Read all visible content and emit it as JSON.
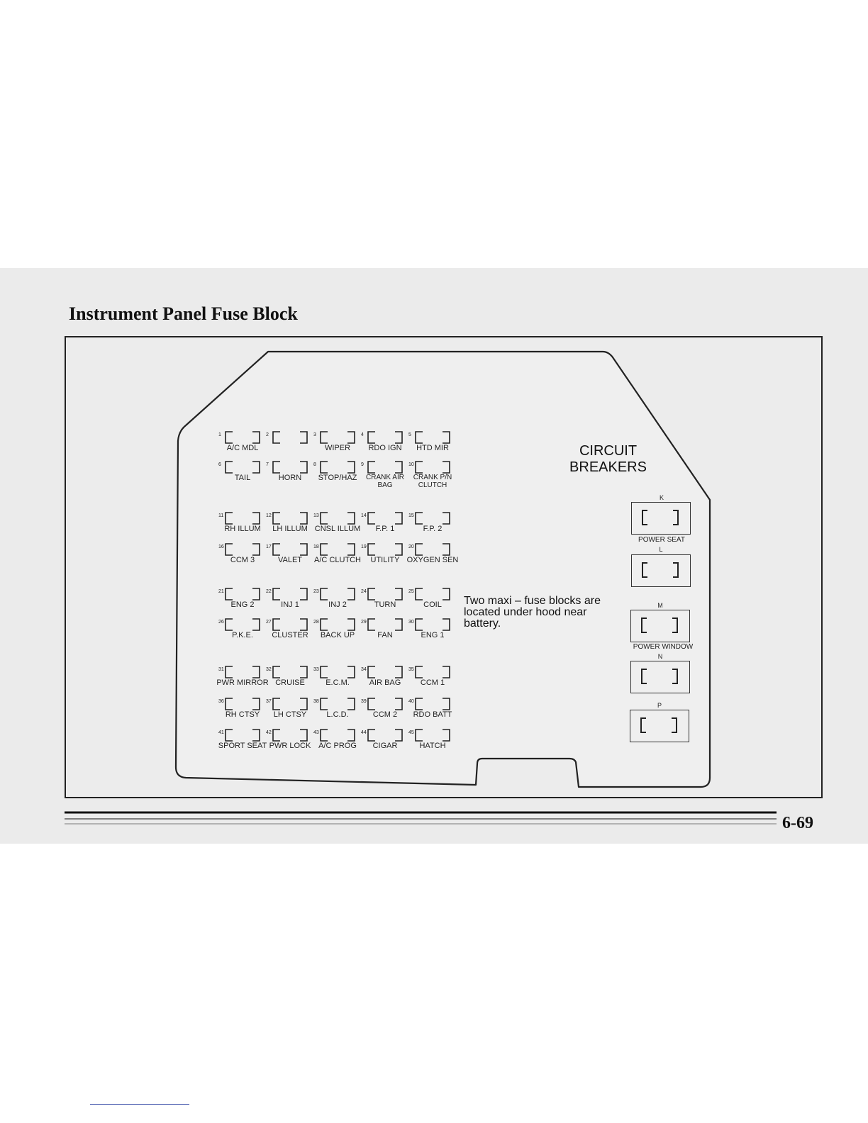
{
  "page": {
    "title": "Instrument Panel Fuse Block",
    "page_number": "6-69"
  },
  "fuses": [
    {
      "num": "1",
      "label": "A/C MDL"
    },
    {
      "num": "2",
      "label": ""
    },
    {
      "num": "3",
      "label": "WIPER"
    },
    {
      "num": "4",
      "label": "RDO IGN"
    },
    {
      "num": "5",
      "label": "HTD MIR"
    },
    {
      "num": "6",
      "label": "TAIL"
    },
    {
      "num": "7",
      "label": "HORN"
    },
    {
      "num": "8",
      "label": "STOP/HAZ"
    },
    {
      "num": "9",
      "label": "CRANK AIR BAG"
    },
    {
      "num": "10",
      "label": "CRANK P/N CLUTCH"
    },
    {
      "num": "11",
      "label": "RH ILLUM"
    },
    {
      "num": "12",
      "label": "LH ILLUM"
    },
    {
      "num": "13",
      "label": "CNSL ILLUM"
    },
    {
      "num": "14",
      "label": "F.P. 1"
    },
    {
      "num": "15",
      "label": "F.P. 2"
    },
    {
      "num": "16",
      "label": "CCM 3"
    },
    {
      "num": "17",
      "label": "VALET"
    },
    {
      "num": "18",
      "label": "A/C CLUTCH"
    },
    {
      "num": "19",
      "label": "UTILITY"
    },
    {
      "num": "20",
      "label": "OXYGEN SEN"
    },
    {
      "num": "21",
      "label": "ENG 2"
    },
    {
      "num": "22",
      "label": "INJ 1"
    },
    {
      "num": "23",
      "label": "INJ 2"
    },
    {
      "num": "24",
      "label": "TURN"
    },
    {
      "num": "25",
      "label": "COIL"
    },
    {
      "num": "26",
      "label": "P.K.E."
    },
    {
      "num": "27",
      "label": "CLUSTER"
    },
    {
      "num": "28",
      "label": "BACK UP"
    },
    {
      "num": "29",
      "label": "FAN"
    },
    {
      "num": "30",
      "label": "ENG 1"
    },
    {
      "num": "31",
      "label": "PWR MIRROR"
    },
    {
      "num": "32",
      "label": "CRUISE"
    },
    {
      "num": "33",
      "label": "E.C.M."
    },
    {
      "num": "34",
      "label": "AIR BAG"
    },
    {
      "num": "35",
      "label": "CCM 1"
    },
    {
      "num": "36",
      "label": "RH CTSY"
    },
    {
      "num": "37",
      "label": "LH CTSY"
    },
    {
      "num": "38",
      "label": "L.C.D."
    },
    {
      "num": "39",
      "label": "CCM 2"
    },
    {
      "num": "40",
      "label": "RDO BATT"
    },
    {
      "num": "41",
      "label": "SPORT SEAT"
    },
    {
      "num": "42",
      "label": "PWR LOCK"
    },
    {
      "num": "43",
      "label": "A/C PROG"
    },
    {
      "num": "44",
      "label": "CIGAR"
    },
    {
      "num": "45",
      "label": "HATCH"
    }
  ],
  "circuit_breakers": {
    "title": "CIRCUIT BREAKERS",
    "items": [
      {
        "letter": "K",
        "label": "POWER SEAT"
      },
      {
        "letter": "L",
        "label": ""
      },
      {
        "letter": "M",
        "label": "POWER WINDOW"
      },
      {
        "letter": "N",
        "label": ""
      },
      {
        "letter": "P",
        "label": ""
      }
    ]
  },
  "note": "Two maxi – fuse blocks are located under hood near battery."
}
